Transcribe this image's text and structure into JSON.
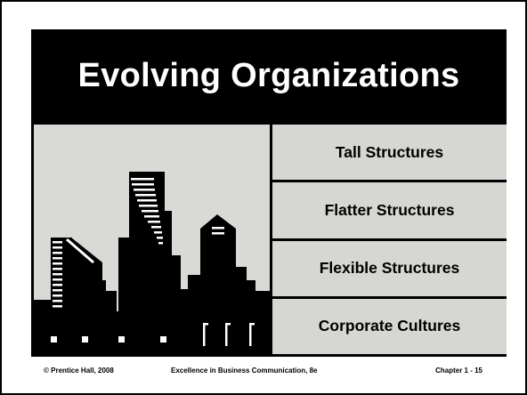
{
  "slide": {
    "title": "Evolving Organizations",
    "structures": [
      "Tall Structures",
      "Flatter Structures",
      "Flexible Structures",
      "Corporate Cultures"
    ]
  },
  "footer": {
    "copyright": "© Prentice Hall, 2008",
    "book": "Excellence in Business Communication, 8e",
    "page": "Chapter 1 - 15"
  },
  "colors": {
    "band": "#000000",
    "panel": "#d6d6d3",
    "sky": "#d9d9d6"
  },
  "illustration": "city-skyline"
}
